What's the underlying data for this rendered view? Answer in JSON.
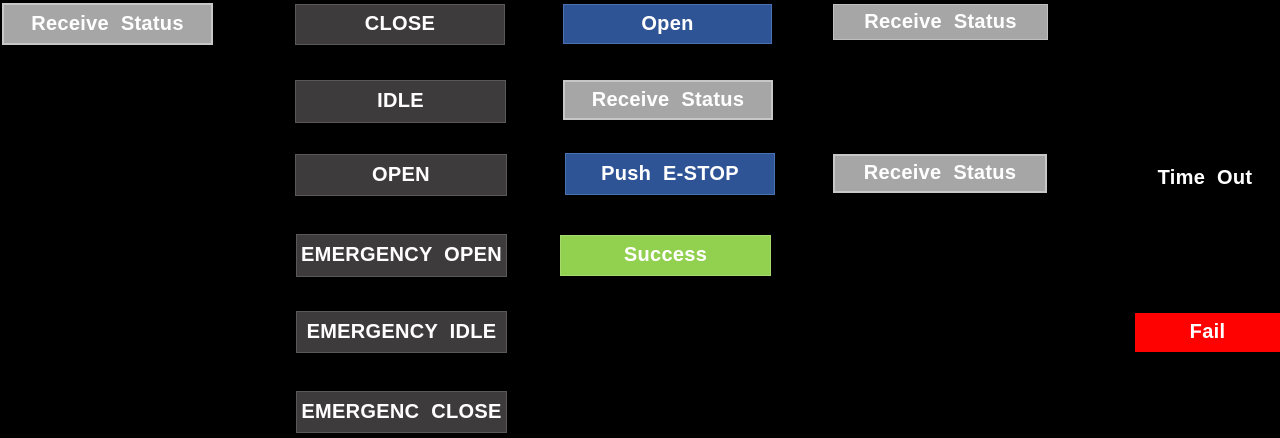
{
  "diagram": {
    "background": "#000000",
    "states": {
      "close": "CLOSE",
      "idle": "IDLE",
      "open": "OPEN",
      "emergency_open": "EMERGENCY OPEN",
      "emergency_idle": "EMERGENCY IDLE",
      "emergency_close": "EMERGENC CLOSE"
    },
    "actions": {
      "open_command": "Open",
      "push_estop": "Push E-STOP"
    },
    "status_labels": {
      "receive_status_1": "Receive Status",
      "receive_status_2": "Receive Status",
      "receive_status_3": "Receive Status",
      "receive_status_4": "Receive Status"
    },
    "outcomes": {
      "success": "Success",
      "fail": "Fail",
      "time_out": "Time Out"
    },
    "colors": {
      "state_dark": "#3e3b3c",
      "action_blue": "#2e5496",
      "status_gray": "#a6a6a6",
      "success_green": "#92d050",
      "fail_red": "#fe0000",
      "text": "#ffffff",
      "background": "#000000"
    }
  }
}
